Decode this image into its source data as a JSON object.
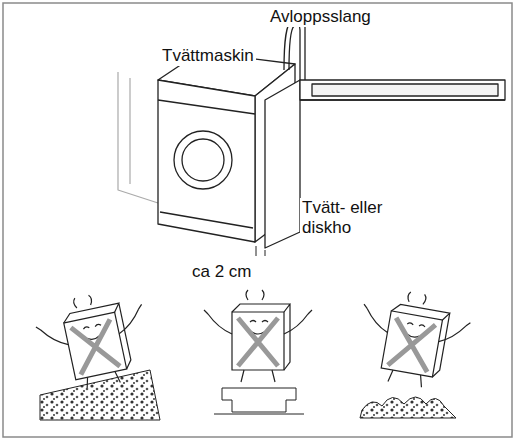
{
  "diagram": {
    "labels": [
      "Avloppsslang",
      "Tvättmaskin",
      "Tvätt- eller diskho",
      "ca 2 cm"
    ]
  }
}
